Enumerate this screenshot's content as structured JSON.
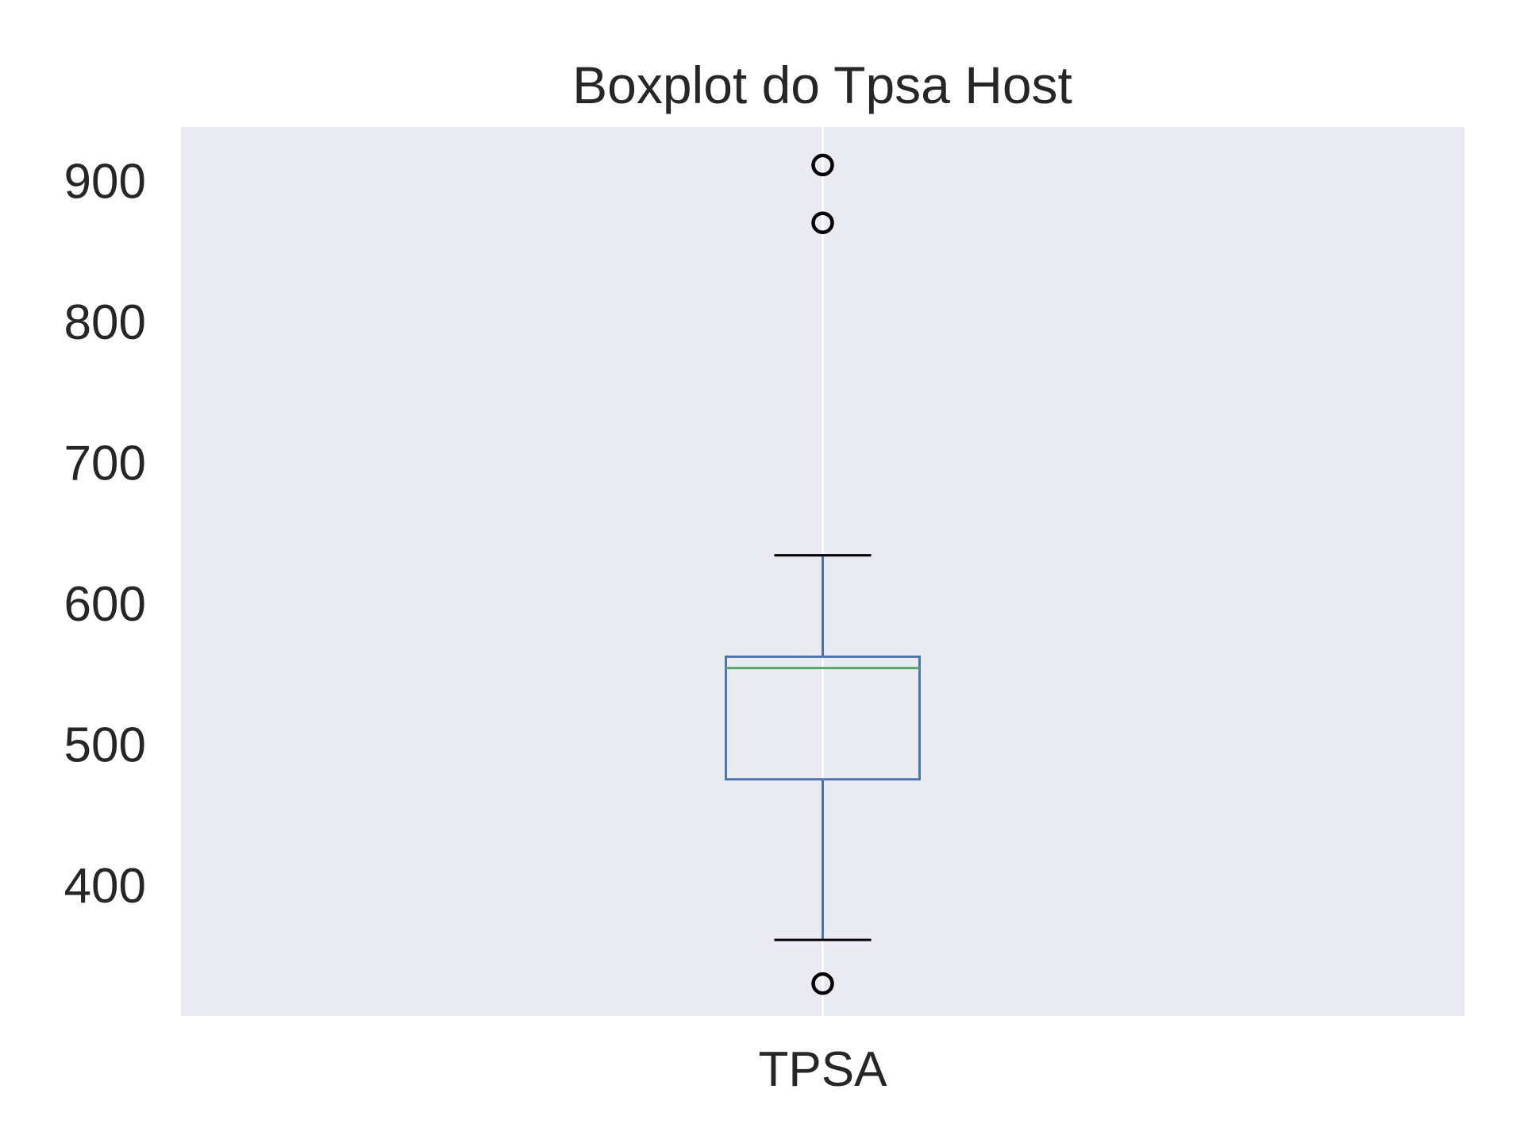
{
  "chart_data": {
    "type": "box",
    "title": "Boxplot do Tpsa Host",
    "xlabel": "",
    "ylabel": "",
    "categories": [
      "TPSA"
    ],
    "ylim": [
      307,
      938
    ],
    "yticks": [
      400,
      500,
      600,
      700,
      800,
      900
    ],
    "grid": true,
    "boxes": [
      {
        "category": "TPSA",
        "whisker_low": 361,
        "q1": 475,
        "median": 554,
        "q3": 562,
        "whisker_high": 634,
        "outliers": [
          911,
          870,
          330
        ]
      }
    ],
    "colors": {
      "plot_background": "#eaeaf2",
      "grid": "#ffffff",
      "box": "#4c72b0",
      "median": "#55a868",
      "whisker_cap": "#000000",
      "outlier": "#000000",
      "text": "#262626"
    }
  }
}
